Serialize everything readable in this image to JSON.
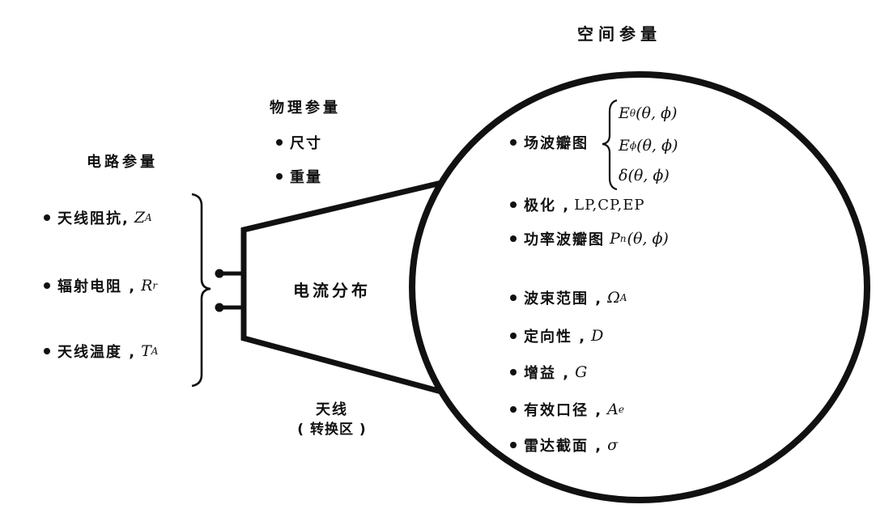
{
  "title": "空间参量",
  "circuit": {
    "heading": "电路参量",
    "items": [
      {
        "label": "天线阻抗,",
        "var": "Z",
        "sub": "A"
      },
      {
        "label": "辐射电阻 ,",
        "var": "R",
        "sub": "r"
      },
      {
        "label": "天线温度 ,",
        "var": "T",
        "sub": "A"
      }
    ]
  },
  "physical": {
    "heading": "物理参量",
    "items": [
      {
        "label": "尺寸"
      },
      {
        "label": "重量"
      }
    ]
  },
  "horn": {
    "label": "电流分布"
  },
  "antenna": {
    "line1": "天线",
    "line2": "( 转换区 )"
  },
  "space": {
    "field_pattern": {
      "label": "场波瓣图",
      "formulas": [
        {
          "var": "E",
          "sub": "θ",
          "tail": "(θ, ϕ)"
        },
        {
          "var": "E",
          "sub": "ϕ",
          "tail": "(θ, ϕ)"
        },
        {
          "var": "δ",
          "sub": "",
          "tail": "(θ, ϕ)"
        }
      ]
    },
    "items": [
      {
        "label": "极化 ,",
        "var": "",
        "sub": "",
        "tail": "LP,CP,EP"
      },
      {
        "label": "功率波瓣图",
        "var": "P",
        "sub": "n",
        "tail": "(θ, ϕ)"
      },
      {
        "label": "波束范围 ,",
        "var": "Ω",
        "sub": "A",
        "tail": ""
      },
      {
        "label": "定向性 ,",
        "var": "D",
        "sub": "",
        "tail": ""
      },
      {
        "label": "增益 ,",
        "var": "G",
        "sub": "",
        "tail": ""
      },
      {
        "label": "有效口径 ,",
        "var": "A",
        "sub": "e",
        "tail": ""
      },
      {
        "label": "雷达截面 ,",
        "var": "σ",
        "sub": "",
        "tail": ""
      }
    ]
  },
  "colors": {
    "ink": "#111111",
    "background": "#ffffff"
  }
}
